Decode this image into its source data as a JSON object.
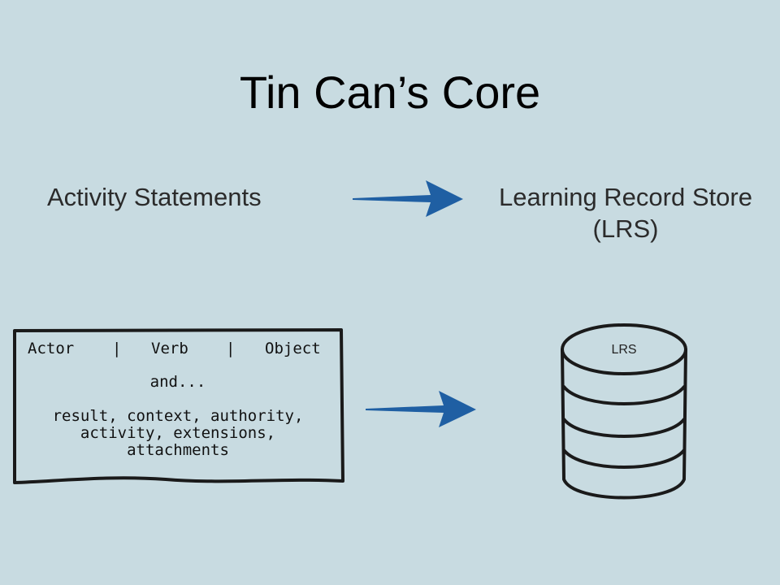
{
  "slide": {
    "title": "Tin Can’s Core",
    "left_heading": "Activity Statements",
    "right_heading_line1": "Learning Record Store",
    "right_heading_line2": "(LRS)"
  },
  "statement_card": {
    "actor": "Actor",
    "separator": "|",
    "verb": "Verb",
    "object": "Object",
    "and": "and...",
    "line1": "result, context, authority,",
    "line2": "activity, extensions,",
    "line3": "attachments"
  },
  "database": {
    "label": "LRS"
  },
  "colors": {
    "background": "#c8dbe1",
    "arrow": "#1f5fa3",
    "outline": "#1a1a1a"
  },
  "icons": {
    "top_arrow": "arrow-right-icon",
    "bottom_arrow": "arrow-right-icon",
    "database": "database-icon"
  }
}
